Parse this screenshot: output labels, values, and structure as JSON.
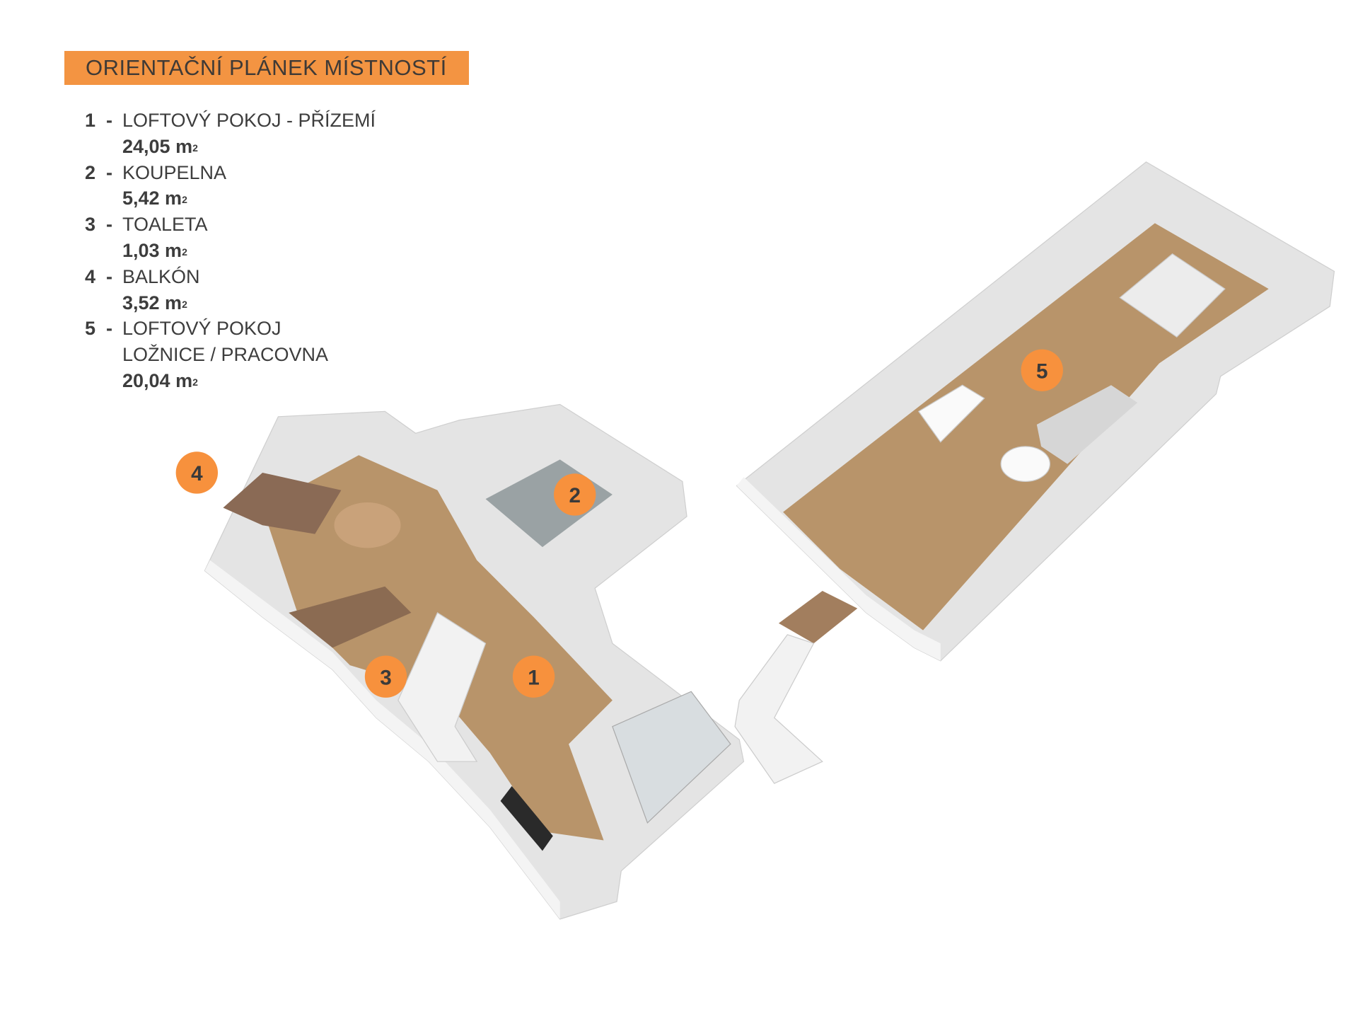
{
  "title": "ORIENTAČNÍ PLÁNEK MÍSTNOSTÍ",
  "rooms": [
    {
      "number": "1",
      "name": "LOFTOVÝ POKOJ - PŘÍZEMÍ",
      "area": "24,05 m",
      "unit_sup": "2"
    },
    {
      "number": "2",
      "name": "KOUPELNA",
      "area": "5,42 m",
      "unit_sup": "2"
    },
    {
      "number": "3",
      "name": "TOALETA",
      "area": "1,03 m",
      "unit_sup": "2"
    },
    {
      "number": "4",
      "name": "BALKÓN",
      "area": "3,52 m",
      "unit_sup": "2"
    },
    {
      "number": "5",
      "name": "LOFTOVÝ POKOJ",
      "name2": "LOŽNICE / PRACOVNA",
      "area": "20,04 m",
      "unit_sup": "2"
    }
  ],
  "colors": {
    "accent": "#f39442",
    "badge": "#f7913d",
    "wood": "#b8946a",
    "wall": "#e6e6e6"
  }
}
